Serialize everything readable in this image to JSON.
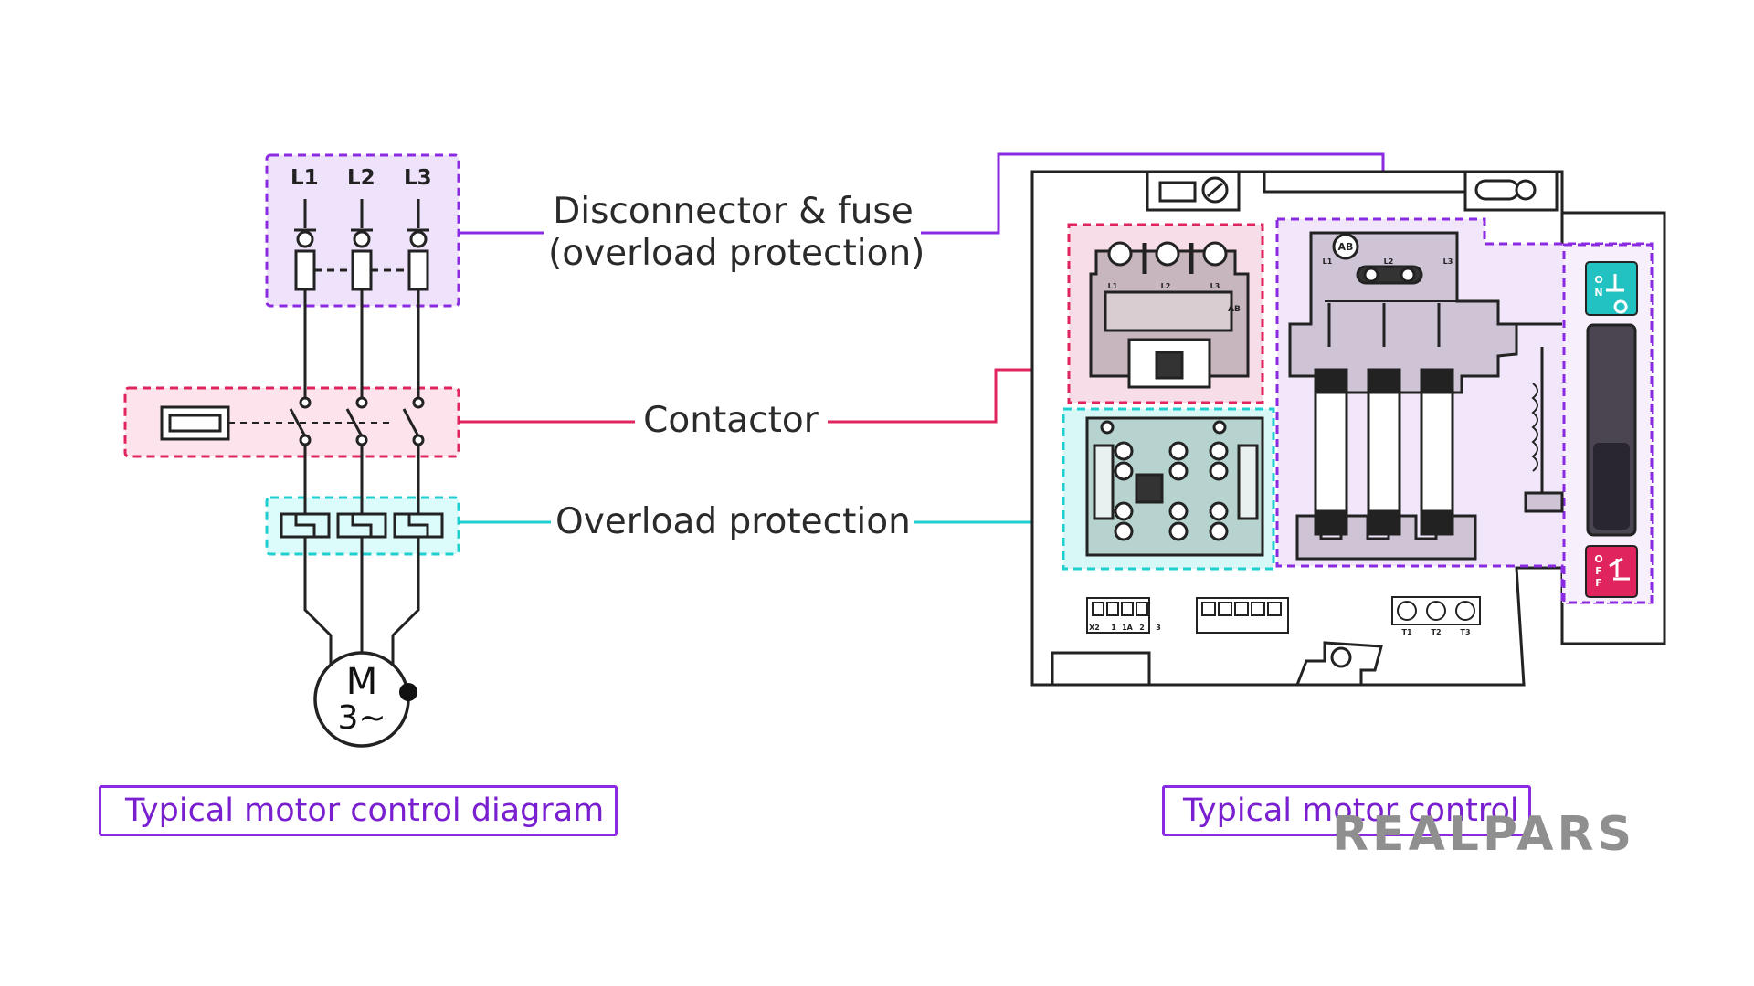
{
  "schematic": {
    "phases": [
      "L1",
      "L2",
      "L3"
    ],
    "motor_symbol": "M",
    "motor_phase": "3~",
    "caption": "Typical motor control diagram"
  },
  "callouts": {
    "disconnector_line1": "Disconnector & fuse",
    "disconnector_line2": "(overload protection)",
    "contactor": "Contactor",
    "overload": "Overload protection"
  },
  "panel": {
    "caption": "Typical motor control",
    "on_label": "ON",
    "off_label": "OFF",
    "terminal_block_a": [
      "X2",
      "1",
      "1A",
      "2",
      "3"
    ],
    "terminal_block_b": [
      "T1",
      "T2",
      "T3"
    ],
    "fuse_labels": [
      "L1",
      "L2",
      "L3"
    ],
    "contactor_labels": [
      "L1",
      "L2",
      "L3"
    ],
    "brand_badge": "AB"
  },
  "brand": {
    "logo": "REALPARS"
  },
  "colors": {
    "disconnector": "#8a2be2",
    "contactor": "#e0245e",
    "overload": "#1fcfcf"
  }
}
